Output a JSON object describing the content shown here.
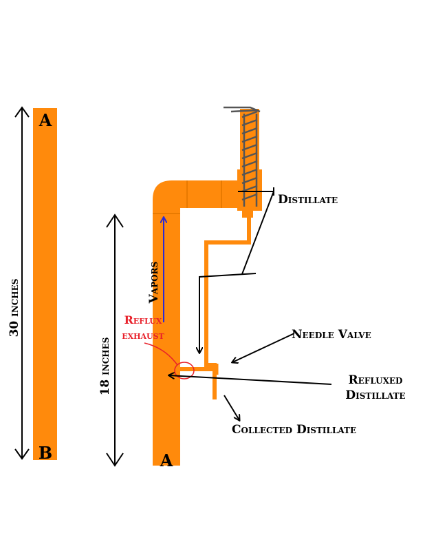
{
  "colors": {
    "pipe": "#ff8a0c",
    "pipe_dark": "#e97a00",
    "arrow": "#000000",
    "vapor_arrow": "#2a2ad6",
    "reflux_label": "#e8202a",
    "coil": "#555555"
  },
  "left_column": {
    "top_letter": "A",
    "bottom_letter": "B",
    "length_label": "30 inches"
  },
  "right_column": {
    "bottom_letter": "A",
    "length_label": "18 inches",
    "vapors_label": "Vapors",
    "reflux_exhaust_line1": "Reflux",
    "reflux_exhaust_line2": "exhaust"
  },
  "labels": {
    "distillate": "Distillate",
    "needle_valve": "Needle Valve",
    "refluxed_line1": "Refluxed",
    "refluxed_line2": "Distillate",
    "collected": "Collected Distillate"
  }
}
